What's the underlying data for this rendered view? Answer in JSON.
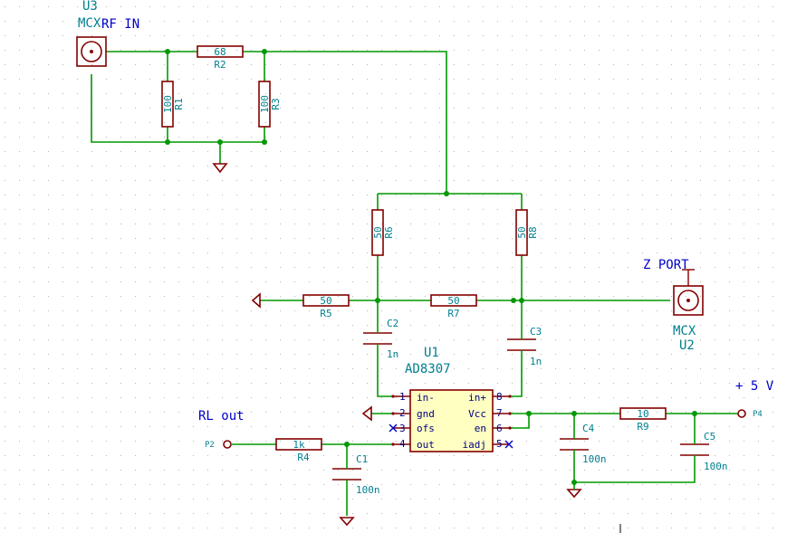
{
  "net_labels": {
    "rf_in": "RF IN",
    "z_port": "Z PORT",
    "rl_out": "RL out",
    "plus5v": "+ 5 V"
  },
  "ports": {
    "p2": "P2",
    "p4": "P4"
  },
  "connectors": {
    "u3_ref": "U3",
    "u3_value": "MCX",
    "u2_ref": "U2",
    "u2_value": "MCX"
  },
  "ic": {
    "ref": "U1",
    "value": "AD8307",
    "pins_left": [
      {
        "num": "1",
        "name": "in-"
      },
      {
        "num": "2",
        "name": "gnd"
      },
      {
        "num": "3",
        "name": "ofs"
      },
      {
        "num": "4",
        "name": "out"
      }
    ],
    "pins_right": [
      {
        "num": "8",
        "name": "in+"
      },
      {
        "num": "7",
        "name": "Vcc"
      },
      {
        "num": "6",
        "name": "en"
      },
      {
        "num": "5",
        "name": "iadj"
      }
    ]
  },
  "resistors": {
    "r1": {
      "ref": "R1",
      "value": "100"
    },
    "r2": {
      "ref": "R2",
      "value": "68"
    },
    "r3": {
      "ref": "R3",
      "value": "100"
    },
    "r4": {
      "ref": "R4",
      "value": "1k"
    },
    "r5": {
      "ref": "R5",
      "value": "50"
    },
    "r6": {
      "ref": "R6",
      "value": "50"
    },
    "r7": {
      "ref": "R7",
      "value": "50"
    },
    "r8": {
      "ref": "R8",
      "value": "50"
    },
    "r9": {
      "ref": "R9",
      "value": "10"
    }
  },
  "capacitors": {
    "c1": {
      "ref": "C1",
      "value": "100n"
    },
    "c2": {
      "ref": "C2",
      "value": "1n"
    },
    "c3": {
      "ref": "C3",
      "value": "1n"
    },
    "c4": {
      "ref": "C4",
      "value": "100n"
    },
    "c5": {
      "ref": "C5",
      "value": "100n"
    }
  },
  "colors": {
    "wire": "#009900",
    "component": "#840000",
    "ic_fill": "#ffffc2",
    "ref_text": "#00808f",
    "net_text": "#0000c8",
    "pin_text": "#000080"
  }
}
